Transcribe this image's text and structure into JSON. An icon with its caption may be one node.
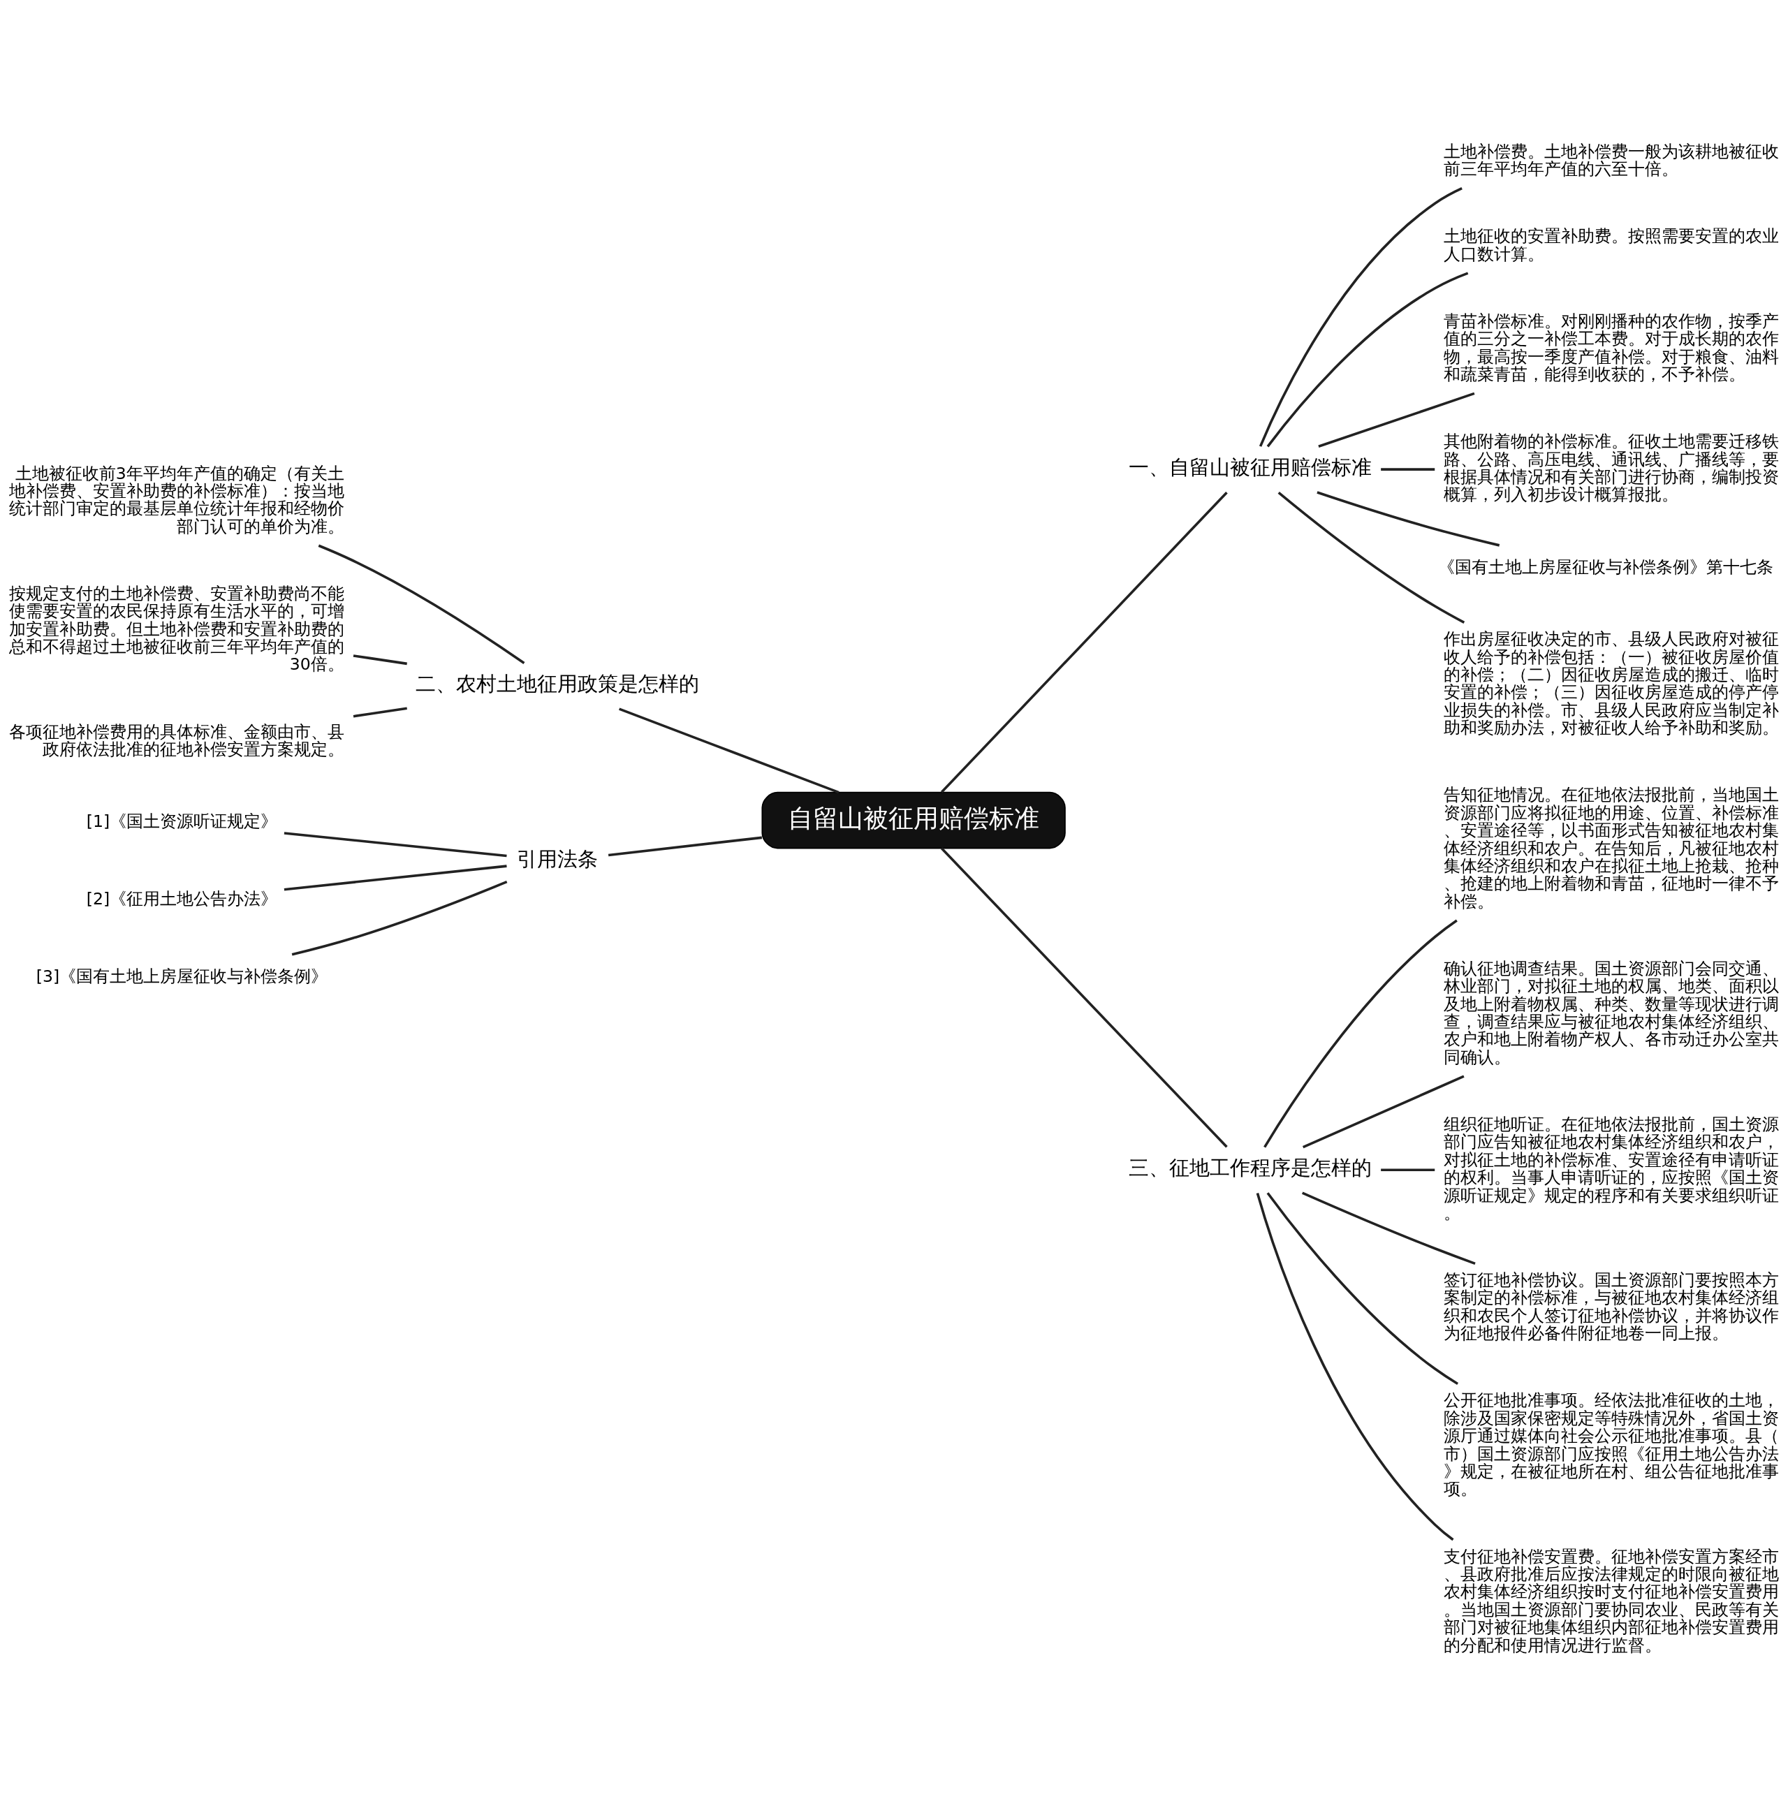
{
  "diagram": {
    "nodes": [
      {
        "text": [
          "自留山被征用赔偿标准"
        ]
      },
      {
        "text": [
          "一、自留山被征用赔偿标准"
        ]
      },
      {
        "text": [
          "土地补偿费。土地补偿费一般为该耕地被征收前三年平均年产值的六至十倍。"
        ]
      },
      {
        "text": [
          "土地征收的安置补助费。按照需要安置的农业人口数计算。"
        ]
      },
      {
        "text": [
          "青苗补偿标准。对刚刚播种的农作物，按季产值的三分之一补偿工本费。对于成长期的农作物，最高按一季度产值补偿。对于粮食、油料和蔬菜青苗，能得到收获的，不予补偿。"
        ]
      },
      {
        "text": [
          "其他附着物的补偿标准。征收土地需要迁移铁路、公路、高压电线、通讯线、广播线等，要根据具体情况和有关部门进行协商，编制投资概算，列入初步设计概算报批。"
        ]
      },
      {
        "text": [
          "《国有土地上房屋征收与补偿条例》第十七条"
        ]
      },
      {
        "text": [
          "作出房屋征收决定的市、县级人民政府对被征收人给予的补偿包括：（一）被征收房屋价值的补偿；（二）因征收房屋造成的搬迁、临时安置的补偿；（三）因征收房屋造成的停产停业损失的补偿。市、县级人民政府应当制定补助和奖励办法，对被征收人给予补助和奖励。"
        ]
      },
      {
        "text": [
          "三、征地工作程序是怎样的"
        ]
      },
      {
        "text": [
          "告知征地情况。在征地依法报批前，当地国土资源部门应将拟征地的用途、位置、补偿标准、安置途径等，以书面形式告知被征地农村集体经济组织和农户。在告知后，凡被征地农村集体经济组织和农户在拟征土地上抢栽、抢种、抢建的地上附着物和青苗，征地时一律不予补偿。"
        ]
      },
      {
        "text": [
          "确认征地调查结果。国土资源部门会同交通、林业部门，对拟征土地的权属、地类、面积以及地上附着物权属、种类、数量等现状进行调查，调查结果应与被征地农村集体经济组织、农户和地上附着物产权人、各市动迁办公室共同确认。"
        ]
      },
      {
        "text": [
          "组织征地听证。在征地依法报批前，国土资源部门应告知被征地农村集体经济组织和农户，对拟征土地的补偿标准、安置途径有申请听证的权利。当事人申请听证的，应按照《国土资源听证规定》规定的程序和有关要求组织听证。"
        ]
      },
      {
        "text": [
          "签订征地补偿协议。国土资源部门要按照本方案制定的补偿标准，与被征地农村集体经济组织和农民个人签订征地补偿协议，并将协议作为征地报件必备件附征地卷一同上报。"
        ]
      },
      {
        "text": [
          "公开征地批准事项。经依法批准征收的土地，除涉及国家保密规定等特殊情况外，省国土资源厅通过媒体向社会公示征地批准事项。县（市）国土资源部门应按照《征用土地公告办法》规定，在被征地所在村、组公告征地批准事项。"
        ]
      },
      {
        "text": [
          "支付征地补偿安置费。征地补偿安置方案经市、县政府批准后应按法律规定的时限向被征地农村集体经济组织按时支付征地补偿安置费用。当地国土资源部门要协同农业、民政等有关部门对被征地集体组织内部征地补偿安置费用的分配和使用情况进行监督。"
        ]
      },
      {
        "text": [
          "二、农村土地征用政策是怎样的"
        ]
      },
      {
        "text": [
          "土地被征收前3年平均年产值的确定（有关土地补偿费、安置补助费的补偿标准）：按当地统计部门审定的最基层单位统计年报和经物价部门认可的单价为准。"
        ]
      },
      {
        "text": [
          "按规定支付的土地补偿费、安置补助费尚不能使需要安置的农民保持原有生活水平的，可增加安置补助费。但土地补偿费和安置补助费的总和不得超过土地被征收前三年平均年产值的30倍。"
        ]
      },
      {
        "text": [
          "各项征地补偿费用的具体标准、金额由市、县政府依法批准的征地补偿安置方案规定。"
        ]
      },
      {
        "text": [
          "引用法条"
        ]
      },
      {
        "text": [
          "[1]《国土资源听证规定》"
        ]
      },
      {
        "text": [
          "[2]《征用土地公告办法》"
        ]
      },
      {
        "text": [
          "[3]《国有土地上房屋征收与补偿条例》"
        ]
      }
    ],
    "edges": [
      {
        "from": 0,
        "to": 1,
        "arrow": "none"
      },
      {
        "from": 1,
        "to": 2,
        "arrow": "none"
      },
      {
        "from": 1,
        "to": 3,
        "arrow": "none"
      },
      {
        "from": 1,
        "to": 4,
        "arrow": "none"
      },
      {
        "from": 1,
        "to": 5,
        "arrow": "none"
      },
      {
        "from": 1,
        "to": 6,
        "arrow": "none"
      },
      {
        "from": 1,
        "to": 7,
        "arrow": "none"
      },
      {
        "from": 0,
        "to": 8,
        "arrow": "none"
      },
      {
        "from": 8,
        "to": 9,
        "arrow": "none"
      },
      {
        "from": 8,
        "to": 10,
        "arrow": "none"
      },
      {
        "from": 8,
        "to": 11,
        "arrow": "none"
      },
      {
        "from": 8,
        "to": 12,
        "arrow": "none"
      },
      {
        "from": 8,
        "to": 13,
        "arrow": "none"
      },
      {
        "from": 8,
        "to": 14,
        "arrow": "none"
      },
      {
        "from": 0,
        "to": 15,
        "arrow": "none"
      },
      {
        "from": 15,
        "to": 16,
        "arrow": "none"
      },
      {
        "from": 15,
        "to": 17,
        "arrow": "none"
      },
      {
        "from": 15,
        "to": 18,
        "arrow": "none"
      },
      {
        "from": 0,
        "to": 19,
        "arrow": "none"
      },
      {
        "from": 19,
        "to": 20,
        "arrow": "none"
      },
      {
        "from": 19,
        "to": 21,
        "arrow": "none"
      },
      {
        "from": 19,
        "to": 22,
        "arrow": "none"
      }
    ]
  }
}
